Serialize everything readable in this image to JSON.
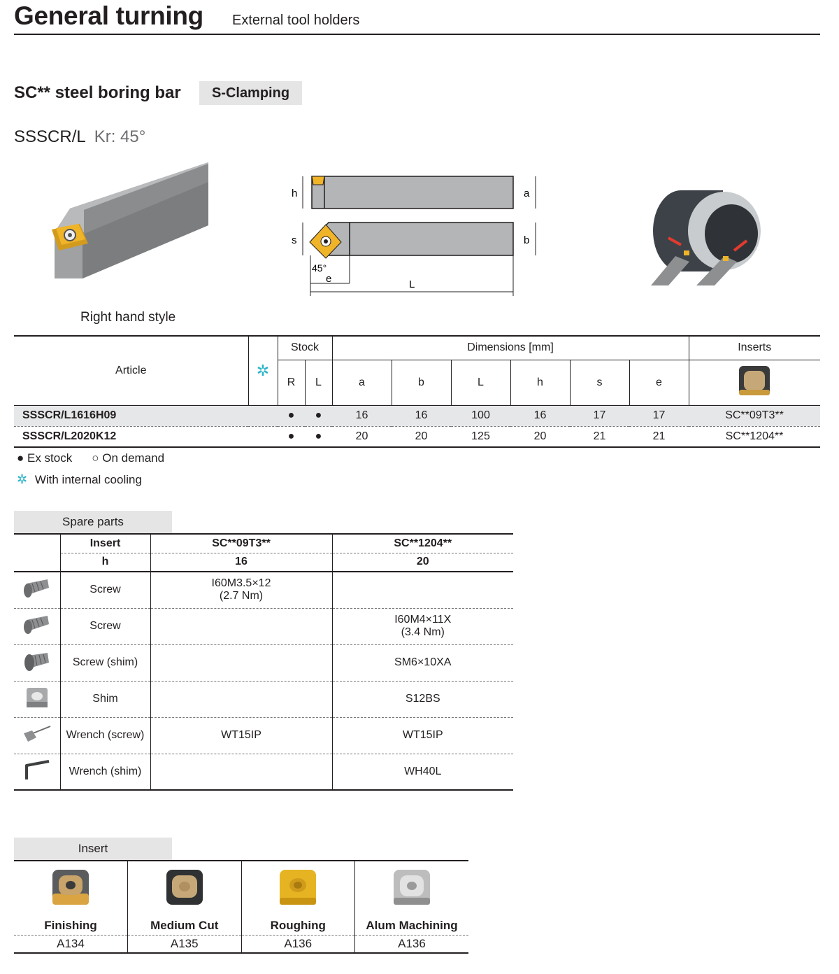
{
  "header": {
    "title": "General turning",
    "subtitle": "External tool holders"
  },
  "product": {
    "title": "SC** steel boring bar",
    "clamping": "S-Clamping",
    "code": "SSSCR/L",
    "kr": "Kr: 45°",
    "hand_style": "Right hand style"
  },
  "drawing": {
    "labels": [
      "h",
      "a",
      "s",
      "b",
      "45°",
      "e",
      "L"
    ]
  },
  "table": {
    "headers": {
      "article": "Article",
      "stock": "Stock",
      "dimensions": "Dimensions [mm]",
      "inserts": "Inserts",
      "cols": [
        "R",
        "L",
        "a",
        "b",
        "L",
        "h",
        "s",
        "e"
      ]
    },
    "rows": [
      {
        "article": "SSSCR/L1616H09",
        "r": "●",
        "l": "●",
        "a": "16",
        "b": "16",
        "L": "100",
        "h": "16",
        "s": "17",
        "e": "17",
        "insert": "SC**09T3**"
      },
      {
        "article": "SSSCR/L2020K12",
        "r": "●",
        "l": "●",
        "a": "20",
        "b": "20",
        "L": "125",
        "h": "20",
        "s": "21",
        "e": "21",
        "insert": "SC**1204**"
      }
    ]
  },
  "legend": {
    "cooling_symbol": "✲",
    "ex_stock": "● Ex stock",
    "on_demand": "○ On demand",
    "internal_cooling": "With internal cooling"
  },
  "spare_parts": {
    "label": "Spare parts",
    "header_insert": "Insert",
    "header_h": "h",
    "inserts": [
      "SC**09T3**",
      "SC**1204**"
    ],
    "h_values": [
      "16",
      "20"
    ],
    "rows": [
      {
        "icon": "screw-icon",
        "name": "Screw",
        "a1": "I60M3.5×12",
        "a2": "(2.7 Nm)",
        "b1": "",
        "b2": ""
      },
      {
        "icon": "screw-icon",
        "name": "Screw",
        "a1": "",
        "a2": "",
        "b1": "I60M4×11X",
        "b2": "(3.4 Nm)"
      },
      {
        "icon": "shim-screw-icon",
        "name": "Screw (shim)",
        "a1": "",
        "a2": "",
        "b1": "SM6×10XA",
        "b2": ""
      },
      {
        "icon": "shim-icon",
        "name": "Shim",
        "a1": "",
        "a2": "",
        "b1": "S12BS",
        "b2": ""
      },
      {
        "icon": "wrench-icon",
        "name": "Wrench (screw)",
        "a1": "WT15IP",
        "a2": "",
        "b1": "WT15IP",
        "b2": ""
      },
      {
        "icon": "hex-key-icon",
        "name": "Wrench (shim)",
        "a1": "",
        "a2": "",
        "b1": "WH40L",
        "b2": ""
      }
    ]
  },
  "inserts": {
    "label": "Insert",
    "items": [
      {
        "name": "Finishing",
        "page": "A134",
        "color": "#d9a441"
      },
      {
        "name": "Medium Cut",
        "page": "A135",
        "color": "#3a3a3a"
      },
      {
        "name": "Roughing",
        "page": "A136",
        "color": "#e6b422"
      },
      {
        "name": "Alum Machining",
        "page": "A136",
        "color": "#bdbdbd"
      }
    ]
  },
  "colors": {
    "rule": "#231f20",
    "shade": "#e6e7e8",
    "label_bg": "#e5e5e5",
    "cooling": "#2bb3c8",
    "insert_gold": "#e6b422"
  }
}
